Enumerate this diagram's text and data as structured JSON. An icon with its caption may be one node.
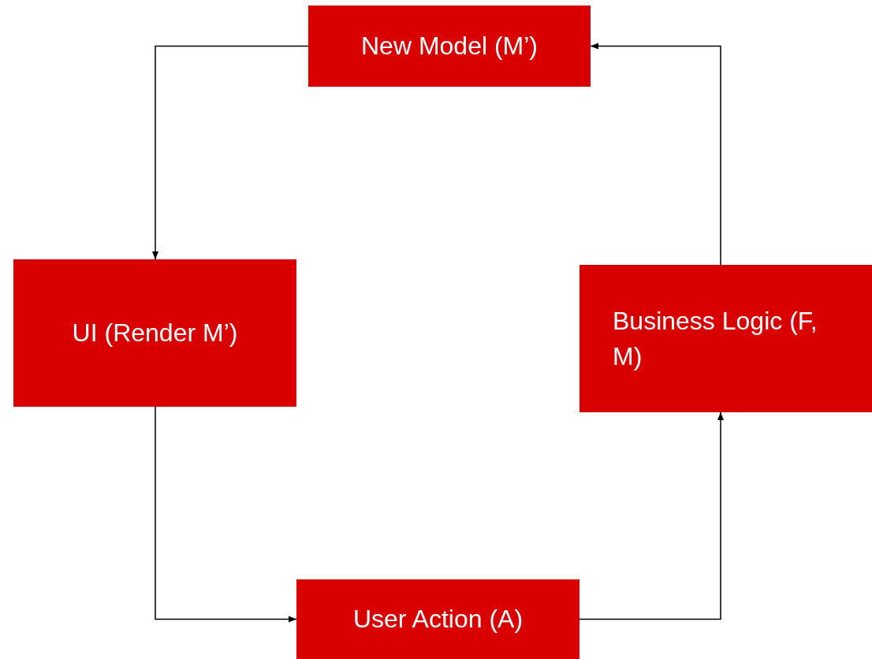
{
  "diagram": {
    "nodes": [
      {
        "text": [
          "New Model (M’)"
        ]
      },
      {
        "text": [
          "UI (Render M’)"
        ]
      },
      {
        "text": [
          "Business Logic (F, M)"
        ]
      },
      {
        "text": [
          "User Action (A)"
        ]
      }
    ],
    "edges": [
      {
        "from": 0,
        "to": 1,
        "arrow": "to"
      },
      {
        "from": 1,
        "to": 3,
        "arrow": "to"
      },
      {
        "from": 3,
        "to": 2,
        "arrow": "to"
      },
      {
        "from": 2,
        "to": 0,
        "arrow": "to"
      }
    ]
  }
}
